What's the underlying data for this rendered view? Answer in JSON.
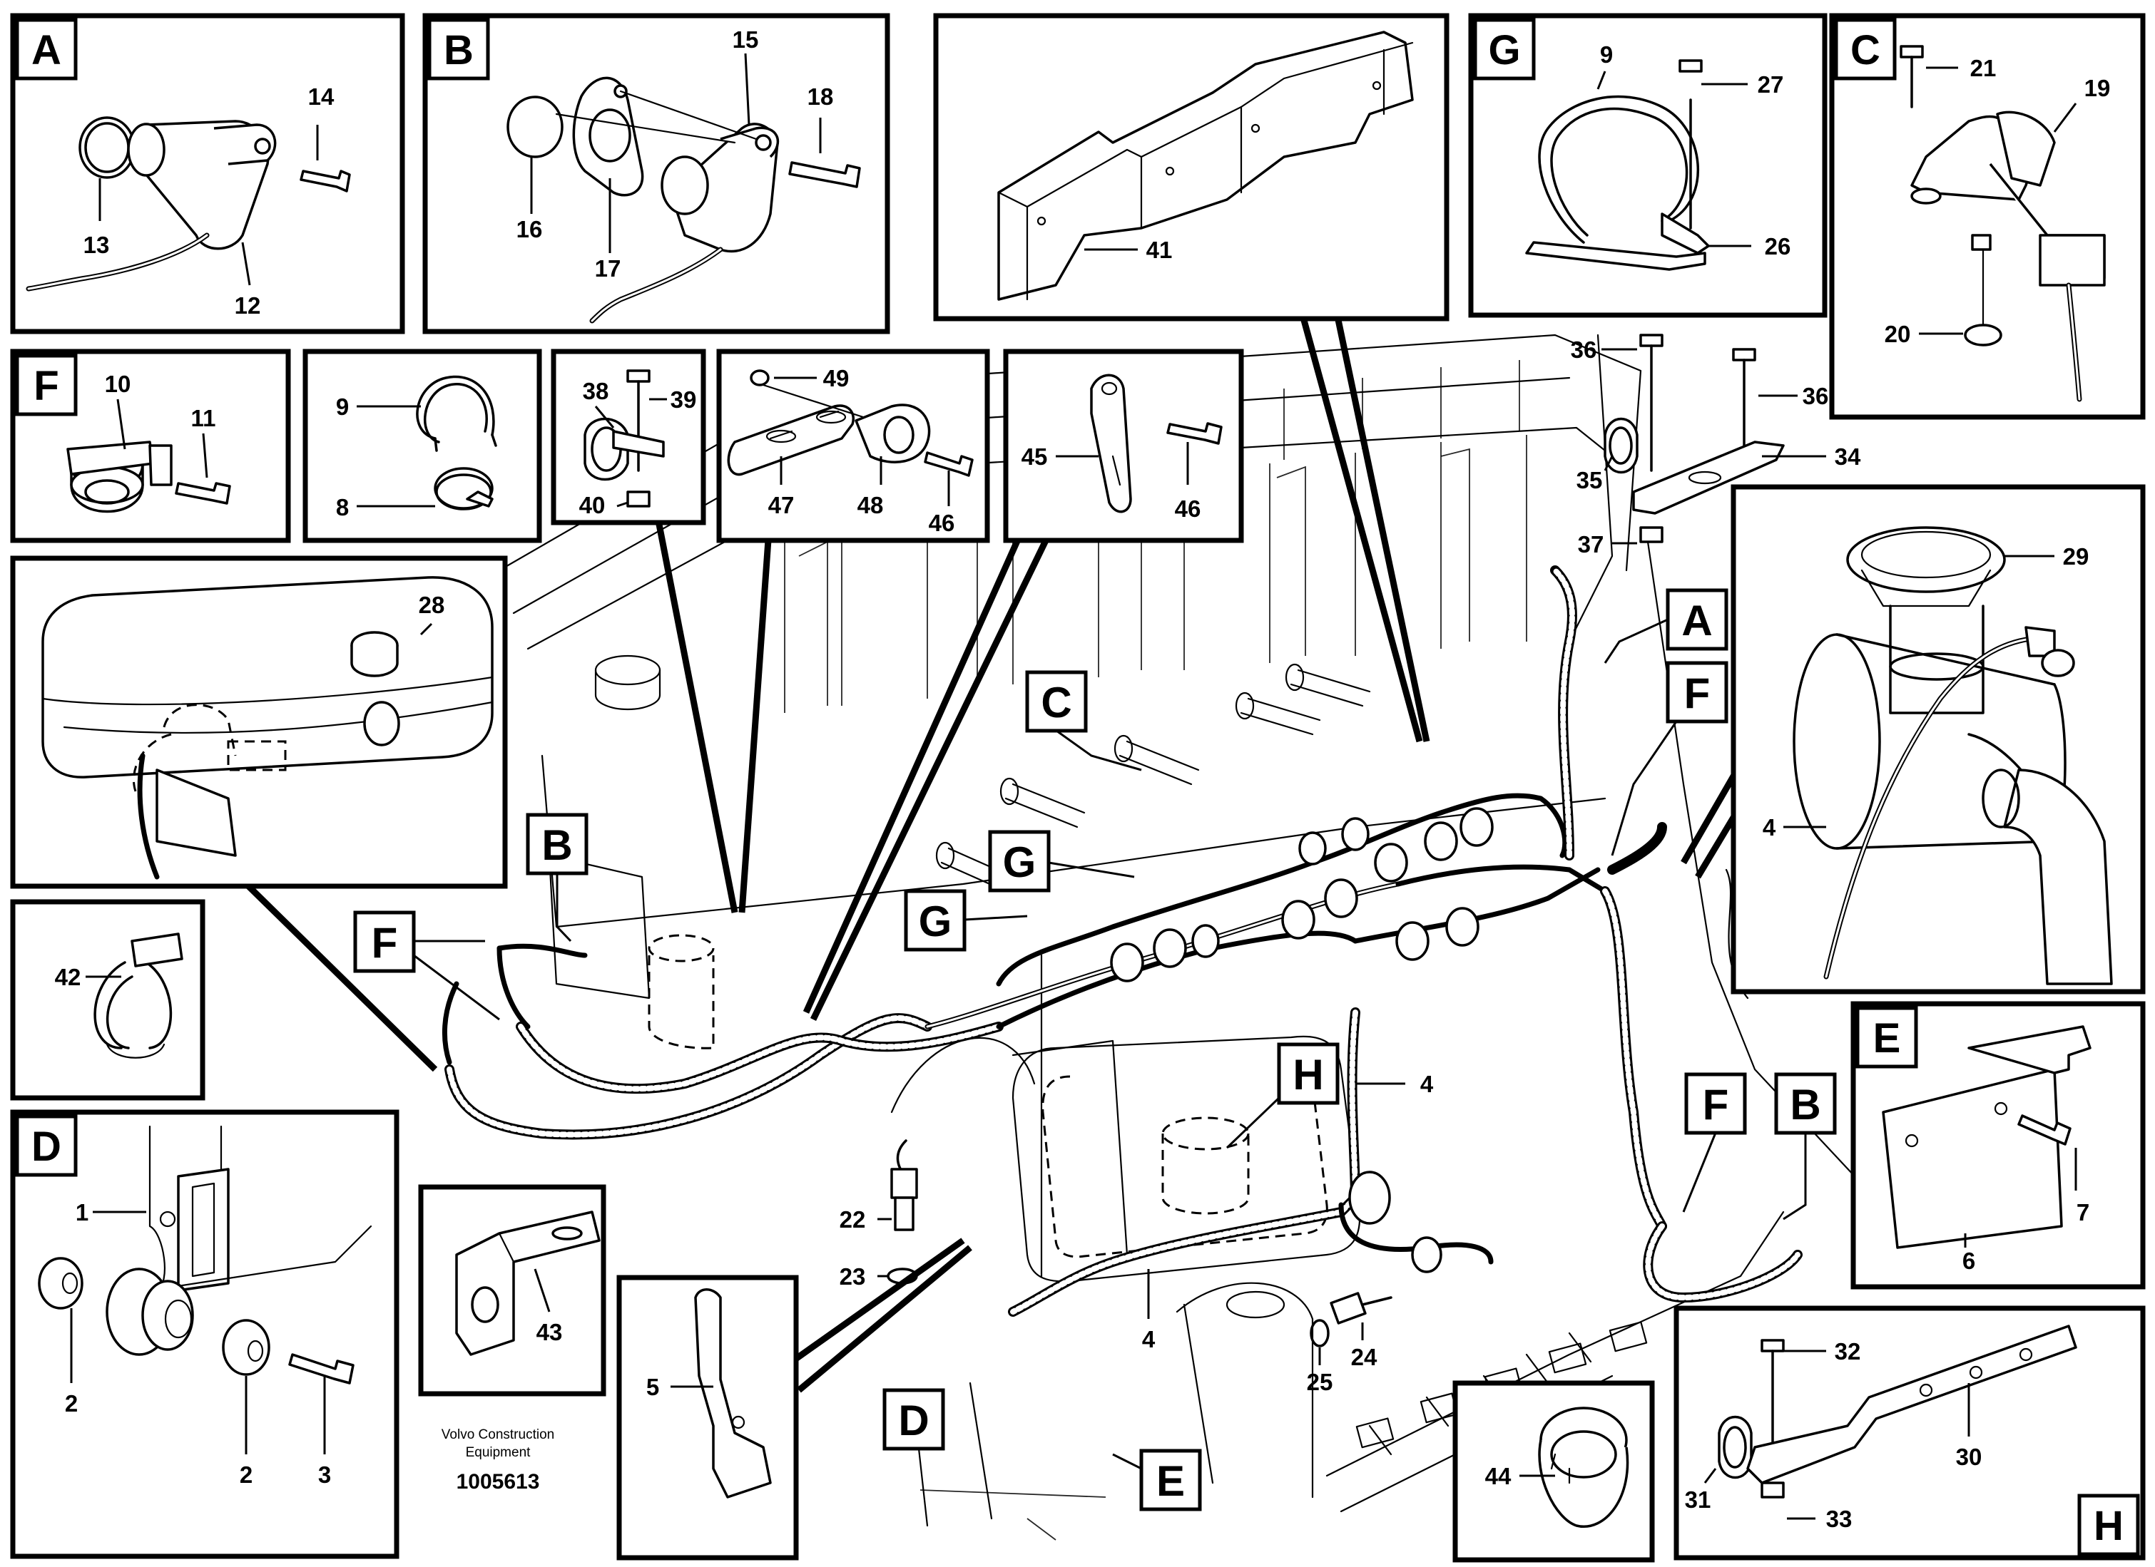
{
  "detail_panels": [
    {
      "letter": "A",
      "parts": [
        "14",
        "13",
        "12"
      ]
    },
    {
      "letter": "B",
      "parts": [
        "15",
        "18",
        "16",
        "17"
      ]
    },
    {
      "letter": "G",
      "parts": [
        "9",
        "27",
        "26"
      ]
    },
    {
      "letter": "C",
      "parts": [
        "21",
        "19",
        "20"
      ]
    },
    {
      "letter": "F",
      "parts": [
        "10",
        "11"
      ]
    },
    {
      "letter": "D",
      "parts": [
        "1",
        "2",
        "2",
        "3"
      ]
    },
    {
      "letter": "E",
      "parts": [
        "6",
        "7"
      ]
    },
    {
      "letter": "H",
      "parts": [
        "32",
        "30",
        "31",
        "33"
      ]
    }
  ],
  "callouts": [
    {
      "letter": "A"
    },
    {
      "letter": "B"
    },
    {
      "letter": "B"
    },
    {
      "letter": "C"
    },
    {
      "letter": "D"
    },
    {
      "letter": "E"
    },
    {
      "letter": "F"
    },
    {
      "letter": "F"
    },
    {
      "letter": "F"
    },
    {
      "letter": "G"
    },
    {
      "letter": "G"
    },
    {
      "letter": "H"
    }
  ],
  "part_labels": {
    "p1": "1",
    "p2a": "2",
    "p2b": "2",
    "p3": "3",
    "p4a": "4",
    "p4b": "4",
    "p4c": "4",
    "p5": "5",
    "p6": "6",
    "p7": "7",
    "p8": "8",
    "p9a": "9",
    "p9b": "9",
    "p10": "10",
    "p11": "11",
    "p12": "12",
    "p13": "13",
    "p14": "14",
    "p15": "15",
    "p16": "16",
    "p17": "17",
    "p18": "18",
    "p19": "19",
    "p20": "20",
    "p21": "21",
    "p22": "22",
    "p23": "23",
    "p24": "24",
    "p25": "25",
    "p26": "26",
    "p27": "27",
    "p28": "28",
    "p29": "29",
    "p30": "30",
    "p31": "31",
    "p32": "32",
    "p33": "33",
    "p34": "34",
    "p35": "35",
    "p36a": "36",
    "p36b": "36",
    "p37": "37",
    "p38": "38",
    "p39": "39",
    "p40": "40",
    "p41": "41",
    "p42": "42",
    "p43": "43",
    "p44": "44",
    "p45": "45",
    "p46": "46",
    "p47": "47",
    "p48": "48",
    "p49": "49"
  },
  "footer": {
    "brand_line1": "Volvo Construction",
    "brand_line2": "Equipment",
    "drawing_number": "1005613"
  }
}
